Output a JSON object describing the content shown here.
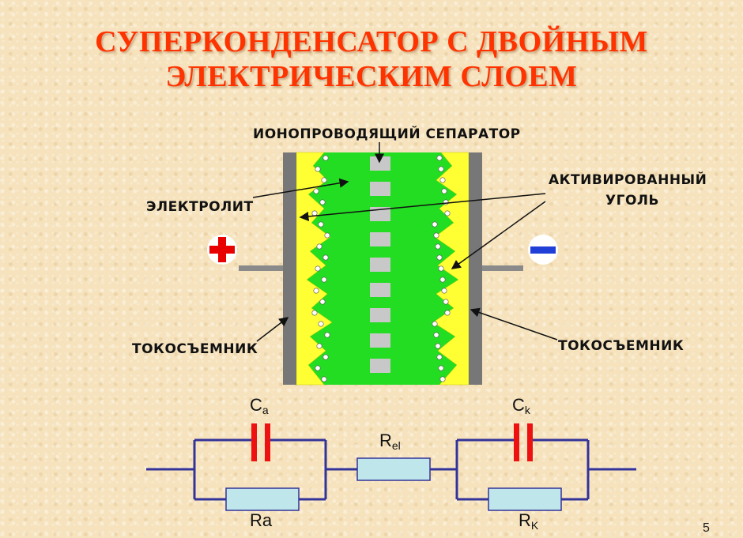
{
  "title": {
    "line1": "СУПЕРКОНДЕНСАТОР С ДВОЙНЫМ",
    "line2": "ЭЛЕКТРИЧЕСКИМ СЛОЕМ"
  },
  "labels": {
    "separator": "ИОНОПРОВОДЯЩИЙ СЕПАРАТОР",
    "electrolyte": "ЭЛЕКТРОЛИТ",
    "activated_carbon_line1": "АКТИВИРОВАННЫЙ",
    "activated_carbon_line2": "УГОЛЬ",
    "collector_left": "ТОКОСЪЕМНИК",
    "collector_right": "ТОКОСЪЕМНИК"
  },
  "terminals": {
    "positive": "+",
    "negative": "–"
  },
  "circuit": {
    "ca_main": "C",
    "ca_sub": "a",
    "ck_main": "C",
    "ck_sub": "k",
    "rel_main": "R",
    "rel_sub": "el",
    "ra_main": "Ra",
    "ra_sub": "",
    "rk_main": "R",
    "rk_sub": "K"
  },
  "page_number": "5",
  "colors": {
    "title": "#ff3300",
    "electrolyte": "#22dd22",
    "carbon": "#ffff33",
    "collector": "#777777",
    "separator": "#c8c8c8",
    "wire": "#333399",
    "capacitor": "#ee1111",
    "resistor": "#bfe6ea"
  }
}
